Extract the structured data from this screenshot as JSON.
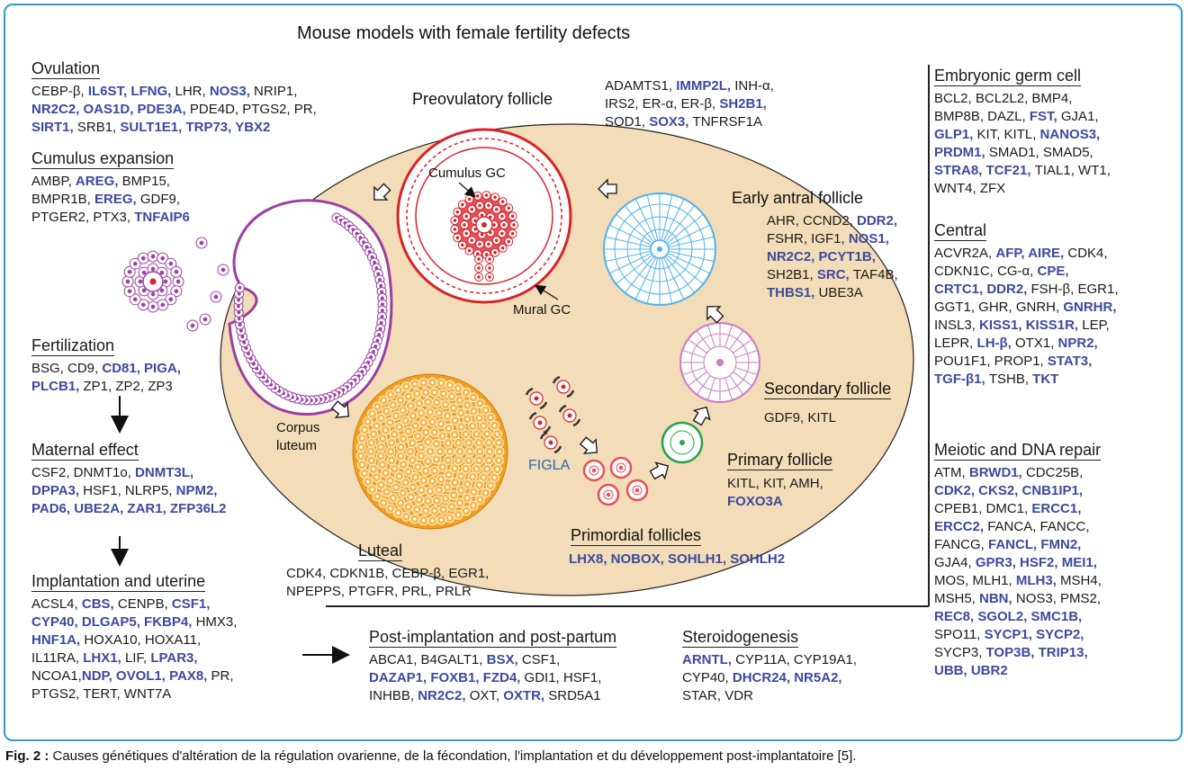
{
  "title": "Mouse models with female fertility defects",
  "caption": {
    "prefix": "Fig. 2 :",
    "text": " Causes génétiques d'altération de la régulation ovarienne, de la fécondation, l'implantation et du développement post-implantatoire [5]."
  },
  "diagram_labels": {
    "preovulatory": "Preovulatory follicle",
    "cumulus_gc": "Cumulus GC",
    "mural_gc": "Mural GC",
    "early_antral": "Early antral follicle",
    "secondary": "Secondary follicle",
    "primary": "Primary follicle",
    "primordial": "Primordial follicles",
    "corpus_luteum": "Corpus\nluteum",
    "figla": "FIGLA",
    "luteal": "Luteal"
  },
  "colors": {
    "bold_gene": "#3c4a9e",
    "frame": "#2a9ad6",
    "ovary_fill": "#f3dcb8",
    "preovulatory": "#d8232a",
    "antral": "#4fb3e8",
    "secondary": "#c97bc4",
    "primary": "#2aa34a",
    "luteum": "#f3a020",
    "cumulus_purple": "#9b3fa3"
  },
  "sections": [
    {
      "id": "ovulation",
      "title": "Ovulation",
      "lines": [
        [
          {
            "t": "CEBP-β, "
          },
          {
            "t": "IL6ST, LFNG, ",
            "b": true
          },
          {
            "t": "LHR, "
          },
          {
            "t": "NOS3, ",
            "b": true
          },
          {
            "t": "NRIP1,"
          }
        ],
        [
          {
            "t": "NR2C2, OAS1D, PDE3A, ",
            "b": true
          },
          {
            "t": " PDE4D, PTGS2, PR,"
          }
        ],
        [
          {
            "t": "SIRT1, ",
            "b": true
          },
          {
            "t": "SRB1, "
          },
          {
            "t": "SULT1E1, TRP73, YBX2",
            "b": true
          }
        ]
      ]
    },
    {
      "id": "cumulus",
      "title": "Cumulus expansion",
      "lines": [
        [
          {
            "t": "AMBP, "
          },
          {
            "t": "AREG, ",
            "b": true
          },
          {
            "t": "BMP15,"
          }
        ],
        [
          {
            "t": "BMPR1B, "
          },
          {
            "t": "EREG, ",
            "b": true
          },
          {
            "t": "GDF9,"
          }
        ],
        [
          {
            "t": "PTGER2, PTX3, "
          },
          {
            "t": "TNFAIP6",
            "b": true
          }
        ]
      ]
    },
    {
      "id": "fertilization",
      "title": "Fertilization",
      "lines": [
        [
          {
            "t": "BSG, CD9, "
          },
          {
            "t": "CD81, PIGA,",
            "b": true
          }
        ],
        [
          {
            "t": "PLCB1, ",
            "b": true
          },
          {
            "t": "ZP1, ZP2, ZP3"
          }
        ]
      ]
    },
    {
      "id": "maternal",
      "title": "Maternal effect",
      "lines": [
        [
          {
            "t": "CSF2, DNMT1o, "
          },
          {
            "t": "DNMT3L,",
            "b": true
          }
        ],
        [
          {
            "t": "DPPA3, ",
            "b": true
          },
          {
            "t": "HSF1, NLRP5, "
          },
          {
            "t": "NPM2,",
            "b": true
          }
        ],
        [
          {
            "t": "PAD6, UBE2A, ZAR1, ZFP36L2",
            "b": true
          }
        ]
      ]
    },
    {
      "id": "implantation",
      "title": "Implantation and uterine",
      "lines": [
        [
          {
            "t": "ACSL4, "
          },
          {
            "t": "CBS, ",
            "b": true
          },
          {
            "t": "CENPB, "
          },
          {
            "t": "CSF1,",
            "b": true
          }
        ],
        [
          {
            "t": "CYP40, DLGAP5, FKBP4, ",
            "b": true
          },
          {
            "t": "HMX3,"
          }
        ],
        [
          {
            "t": "HNF1A, ",
            "b": true
          },
          {
            "t": "HOXA10, HOXA11,"
          }
        ],
        [
          {
            "t": "IL11RA, "
          },
          {
            "t": "LHX1, ",
            "b": true
          },
          {
            "t": "LIF, "
          },
          {
            "t": "LPAR3,",
            "b": true
          }
        ],
        [
          {
            "t": "NCOA1,"
          },
          {
            "t": "NDP,  OVOL1, PAX8, ",
            "b": true
          },
          {
            "t": "PR,"
          }
        ],
        [
          {
            "t": "PTGS2, TERT, WNT7A"
          }
        ]
      ]
    },
    {
      "id": "preov_genes",
      "title": "",
      "lines": [
        [
          {
            "t": "ADAMTS1, "
          },
          {
            "t": "IMMP2L, ",
            "b": true
          },
          {
            "t": "INH-α,"
          }
        ],
        [
          {
            "t": "IRS2, ER-α, ER-β, "
          },
          {
            "t": "SH2B1,",
            "b": true
          }
        ],
        [
          {
            "t": "SOD1, "
          },
          {
            "t": "SOX3, ",
            "b": true
          },
          {
            "t": "TNFRSF1A"
          }
        ]
      ]
    },
    {
      "id": "antral_genes",
      "title": "",
      "lines": [
        [
          {
            "t": "AHR, CCND2, "
          },
          {
            "t": "DDR2,",
            "b": true
          }
        ],
        [
          {
            "t": "FSHR, IGF1, "
          },
          {
            "t": "NOS1,",
            "b": true
          }
        ],
        [
          {
            "t": "NR2C2, PCYT1B,",
            "b": true
          }
        ],
        [
          {
            "t": "SH2B1, "
          },
          {
            "t": "SRC, ",
            "b": true
          },
          {
            "t": "TAF4B,"
          }
        ],
        [
          {
            "t": "THBS1, ",
            "b": true
          },
          {
            "t": "UBE3A"
          }
        ]
      ]
    },
    {
      "id": "secondary_genes",
      "title": "",
      "lines": [
        [
          {
            "t": "GDF9, KITL"
          }
        ]
      ]
    },
    {
      "id": "primary_genes",
      "title": "",
      "lines": [
        [
          {
            "t": "KITL, KIT, AMH,"
          }
        ],
        [
          {
            "t": "FOXO3A",
            "b": true
          }
        ]
      ]
    },
    {
      "id": "primordial_genes",
      "title": "",
      "lines": [
        [
          {
            "t": "LHX8, NOBOX, SOHLH1, SOHLH2",
            "b": true
          }
        ]
      ]
    },
    {
      "id": "luteal_genes",
      "title": "",
      "lines": [
        [
          {
            "t": "CDK4, CDKN1B, CEBP-β, EGR1,"
          }
        ],
        [
          {
            "t": "NPEPPS, PTGFR, PRL, PRLR"
          }
        ]
      ]
    },
    {
      "id": "postimpl",
      "title": "Post-implantation and post-partum",
      "lines": [
        [
          {
            "t": "ABCA1, B4GALT1, "
          },
          {
            "t": "BSX, ",
            "b": true
          },
          {
            "t": "CSF1,"
          }
        ],
        [
          {
            "t": "DAZAP1, FOXB1, FZD4, ",
            "b": true
          },
          {
            "t": "GDI1, HSF1,"
          }
        ],
        [
          {
            "t": "INHBB, "
          },
          {
            "t": "NR2C2, ",
            "b": true
          },
          {
            "t": "OXT, "
          },
          {
            "t": "OXTR, ",
            "b": true
          },
          {
            "t": "SRD5A1"
          }
        ]
      ]
    },
    {
      "id": "steroid",
      "title": "Steroidogenesis",
      "lines": [
        [
          {
            "t": "ARNTL, ",
            "b": true
          },
          {
            "t": "CYP11A, CYP19A1,"
          }
        ],
        [
          {
            "t": "CYP40, "
          },
          {
            "t": "DHCR24, NR5A2,",
            "b": true
          }
        ],
        [
          {
            "t": "STAR, VDR"
          }
        ]
      ]
    },
    {
      "id": "germ",
      "title": "Embryonic germ cell",
      "lines": [
        [
          {
            "t": "BCL2, BCL2L2, BMP4,"
          }
        ],
        [
          {
            "t": "BMP8B, DAZL, "
          },
          {
            "t": "FST, ",
            "b": true
          },
          {
            "t": "GJA1,"
          }
        ],
        [
          {
            "t": "GLP1, ",
            "b": true
          },
          {
            "t": "KIT, KITL, "
          },
          {
            "t": "NANOS3,",
            "b": true
          }
        ],
        [
          {
            "t": "PRDM1, ",
            "b": true
          },
          {
            "t": "SMAD1, SMAD5,"
          }
        ],
        [
          {
            "t": "STRA8, TCF21, ",
            "b": true
          },
          {
            "t": "TIAL1, WT1,"
          }
        ],
        [
          {
            "t": "WNT4, ZFX"
          }
        ]
      ]
    },
    {
      "id": "central",
      "title": "Central",
      "lines": [
        [
          {
            "t": "ACVR2A, "
          },
          {
            "t": "AFP, AIRE, ",
            "b": true
          },
          {
            "t": "CDK4,"
          }
        ],
        [
          {
            "t": "CDKN1C, CG-α, "
          },
          {
            "t": "CPE,",
            "b": true
          }
        ],
        [
          {
            "t": "CRTC1, DDR2, ",
            "b": true
          },
          {
            "t": "FSH-β, EGR1,"
          }
        ],
        [
          {
            "t": "GGT1, GHR, GNRH, "
          },
          {
            "t": "GNRHR,",
            "b": true
          }
        ],
        [
          {
            "t": "INSL3, "
          },
          {
            "t": "KISS1, KISS1R, ",
            "b": true
          },
          {
            "t": "LEP,"
          }
        ],
        [
          {
            "t": "LEPR, "
          },
          {
            "t": "LH-β, ",
            "b": true
          },
          {
            "t": "OTX1, "
          },
          {
            "t": "NPR2,",
            "b": true
          }
        ],
        [
          {
            "t": "POU1F1, PROP1, "
          },
          {
            "t": "STAT3,",
            "b": true
          }
        ],
        [
          {
            "t": "TGF-β1, ",
            "b": true
          },
          {
            "t": "TSHB, "
          },
          {
            "t": "TKT",
            "b": true
          }
        ]
      ]
    },
    {
      "id": "meiotic",
      "title": "Meiotic and DNA repair",
      "lines": [
        [
          {
            "t": "ATM, "
          },
          {
            "t": "BRWD1, ",
            "b": true
          },
          {
            "t": "CDC25B,"
          }
        ],
        [
          {
            "t": "CDK2, CKS2, CNB1IP1,",
            "b": true
          }
        ],
        [
          {
            "t": "CPEB1, DMC1, "
          },
          {
            "t": "ERCC1,",
            "b": true
          }
        ],
        [
          {
            "t": "ERCC2, ",
            "b": true
          },
          {
            "t": "FANCA, FANCC,"
          }
        ],
        [
          {
            "t": "FANCG, "
          },
          {
            "t": "FANCL, FMN2,",
            "b": true
          }
        ],
        [
          {
            "t": "GJA4, "
          },
          {
            "t": "GPR3, HSF2, MEI1,",
            "b": true
          }
        ],
        [
          {
            "t": "MOS, MLH1, "
          },
          {
            "t": "MLH3, ",
            "b": true
          },
          {
            "t": "MSH4,"
          }
        ],
        [
          {
            "t": "MSH5, "
          },
          {
            "t": "NBN, ",
            "b": true
          },
          {
            "t": "NOS3, PMS2,"
          }
        ],
        [
          {
            "t": "REC8, SGOL2, SMC1B,",
            "b": true
          }
        ],
        [
          {
            "t": "SPO11, "
          },
          {
            "t": "SYCP1, SYCP2,",
            "b": true
          }
        ],
        [
          {
            "t": "SYCP3, "
          },
          {
            "t": "TOP3B, TRIP13,",
            "b": true
          }
        ],
        [
          {
            "t": "UBB, UBR2",
            "b": true
          }
        ]
      ]
    }
  ]
}
